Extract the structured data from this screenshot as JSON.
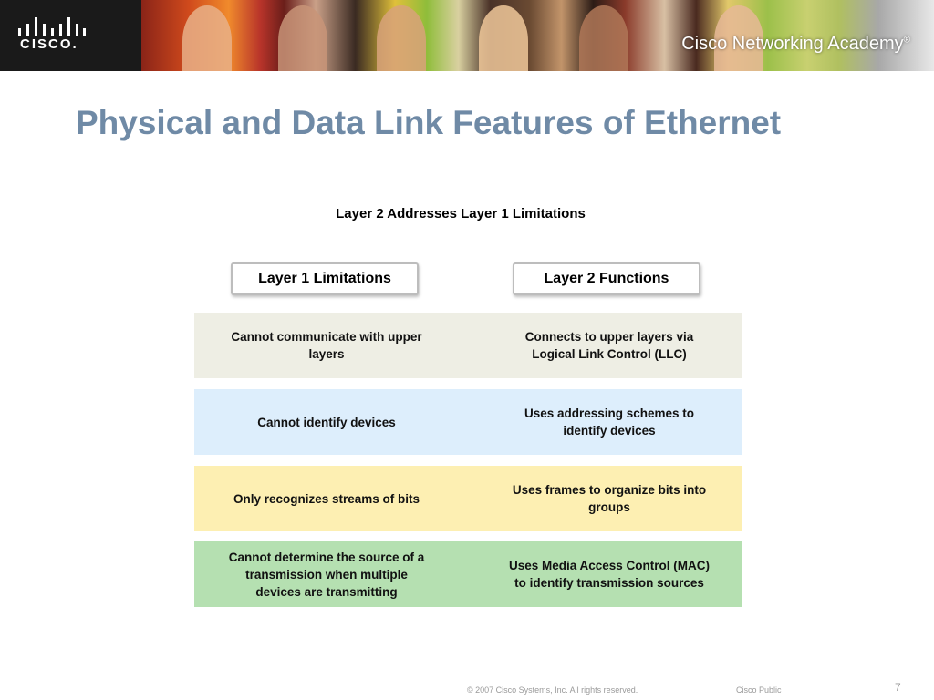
{
  "banner": {
    "logo_text": "CISCO.",
    "academy_text": "Cisco Networking Academy",
    "academy_mark": "®"
  },
  "slide": {
    "title": "Physical and Data Link Features of Ethernet"
  },
  "diagram": {
    "heading": "Layer 2 Addresses Layer 1 Limitations",
    "left_header": "Layer 1 Limitations",
    "right_header": "Layer 2 Functions",
    "rows": [
      {
        "left": "Cannot communicate with upper layers",
        "right": "Connects to upper layers via Logical Link Control (LLC)",
        "color": "#eeeee4"
      },
      {
        "left": "Cannot identify devices",
        "right": "Uses addressing schemes to identify devices",
        "color": "#ddeefc"
      },
      {
        "left": "Only recognizes streams of bits",
        "right": "Uses frames to organize bits into groups",
        "color": "#fdefb2"
      },
      {
        "left": "Cannot determine the source of a transmission when multiple devices are transmitting",
        "right": "Uses Media Access Control (MAC) to identify transmission sources",
        "color": "#b5e0b1"
      }
    ]
  },
  "footer": {
    "copyright": "© 2007 Cisco Systems, Inc. All rights reserved.",
    "classification": "Cisco Public",
    "page_number": "7"
  }
}
